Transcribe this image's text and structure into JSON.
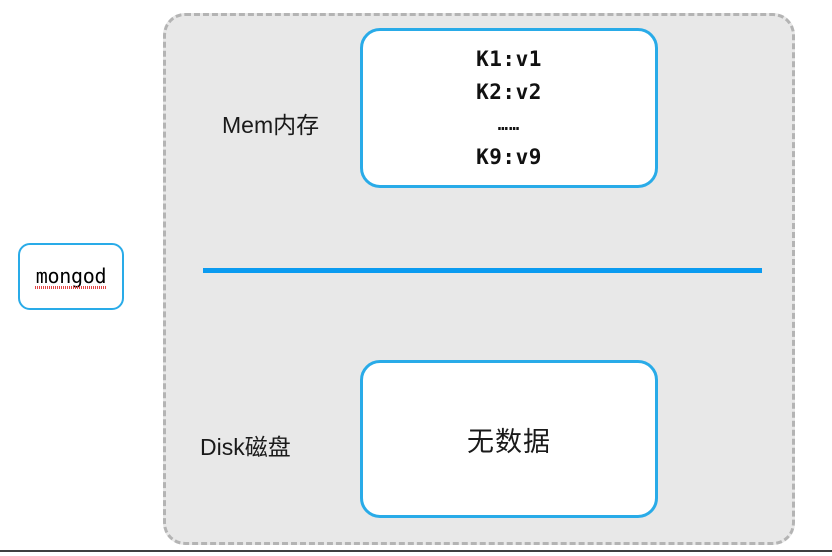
{
  "diagram": {
    "process": {
      "name": "mongod",
      "spellcheck_underline": true
    },
    "server": {
      "border_style": "dashed",
      "fill_color": "#e8e8e8",
      "border_color": "#b4b4b4"
    },
    "sections": [
      {
        "id": "memory",
        "label": "Mem内存",
        "box": {
          "accent_color": "#29abe8",
          "entries": [
            "K1:v1",
            "K2:v2",
            "……",
            "K9:v9"
          ]
        }
      },
      {
        "id": "disk",
        "label": "Disk磁盘",
        "box": {
          "accent_color": "#29abe8",
          "text": "无数据"
        }
      }
    ],
    "divider": {
      "color": "#0b9bf0"
    }
  }
}
